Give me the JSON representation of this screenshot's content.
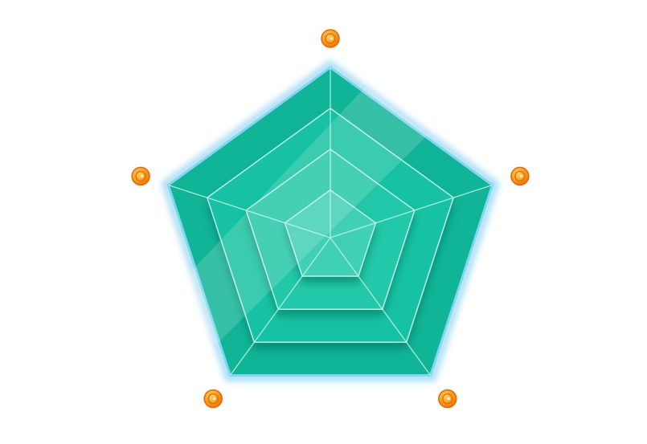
{
  "diagram": {
    "type": "radar-grid",
    "sides": 5,
    "rings": 4,
    "axis_markers": 5,
    "colors": {
      "background": "#ffffff",
      "outer_glow": "#a9ddf5",
      "ring_outer": "#10b497",
      "ring_2": "#14c2a3",
      "ring_3": "#22c8a9",
      "ring_inner": "#3fd0b6",
      "grid_line": "#b9f0e4",
      "ring_shadow": "#06715d",
      "marker_fill": "#f7a21d",
      "marker_edge": "#e86a0b",
      "marker_core": "#fff1c7"
    }
  }
}
